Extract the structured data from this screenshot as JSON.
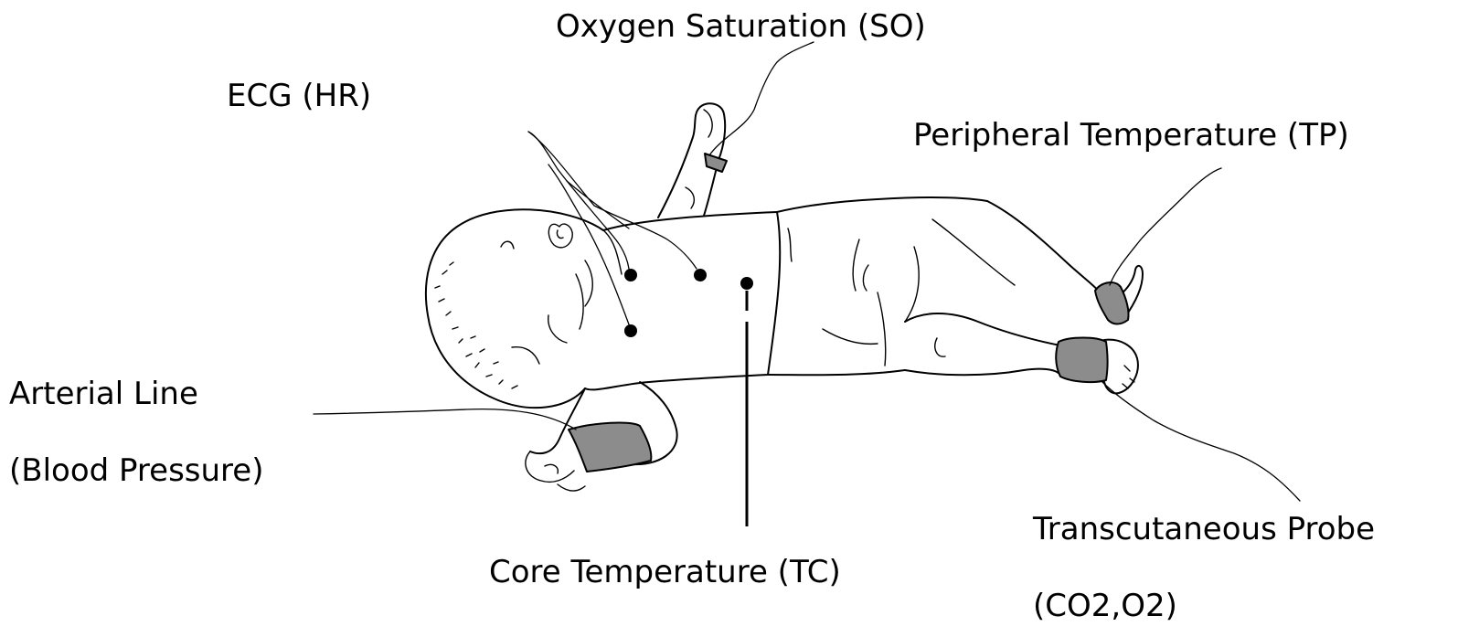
{
  "labels": {
    "oxygen_saturation": "Oxygen Saturation (SO)",
    "ecg": "ECG (HR)",
    "peripheral_temperature": "Peripheral Temperature (TP)",
    "arterial_line": "Arterial Line",
    "blood_pressure": "(Blood Pressure)",
    "core_temperature": "Core Temperature (TC)",
    "transcutaneous_probe": "Transcutaneous Probe",
    "transcutaneous_gases": "(CO2,O2)"
  },
  "colors": {
    "sensor_fill": "#8c8c8c",
    "line": "#000000",
    "background": "#ffffff"
  }
}
